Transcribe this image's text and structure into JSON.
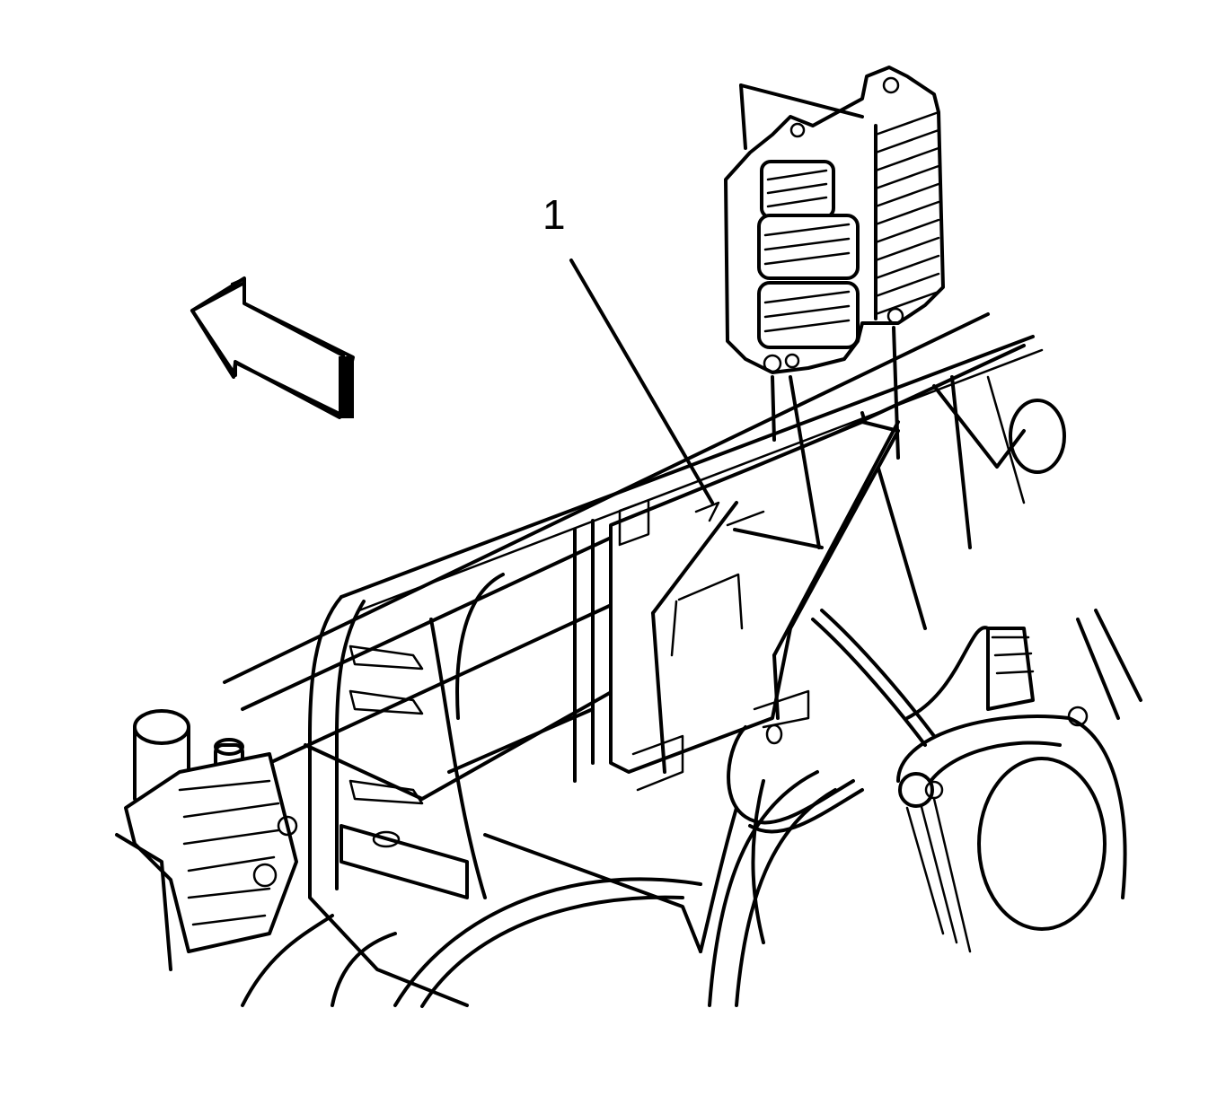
{
  "figure": {
    "type": "service-illustration",
    "background": "#ffffff",
    "line_color": "#000000",
    "callouts": [
      {
        "label": "1",
        "target": "module-mounting-bracket"
      }
    ],
    "direction_arrow": {
      "meaning": "vehicle-front",
      "points": "left-up"
    },
    "components": [
      {
        "id": "control-module",
        "connectors": 3
      },
      {
        "id": "module-mounting-bracket"
      },
      {
        "id": "frame-rail"
      },
      {
        "id": "wheel-assembly-right"
      },
      {
        "id": "suspension-left"
      }
    ]
  }
}
